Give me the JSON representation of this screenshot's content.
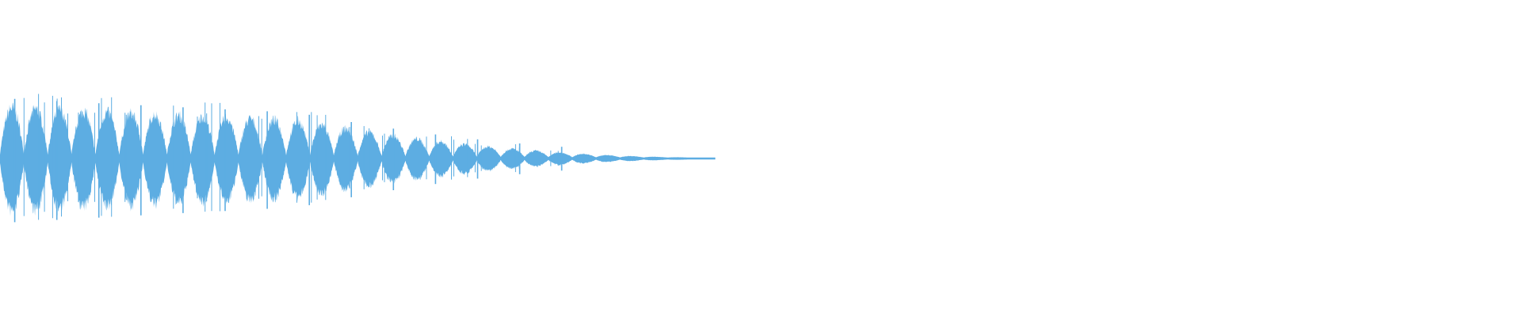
{
  "waveform": {
    "color": "#5dade2",
    "background": "#ffffff",
    "cycles": 30,
    "transients": 14,
    "duration_fraction": 0.47
  }
}
